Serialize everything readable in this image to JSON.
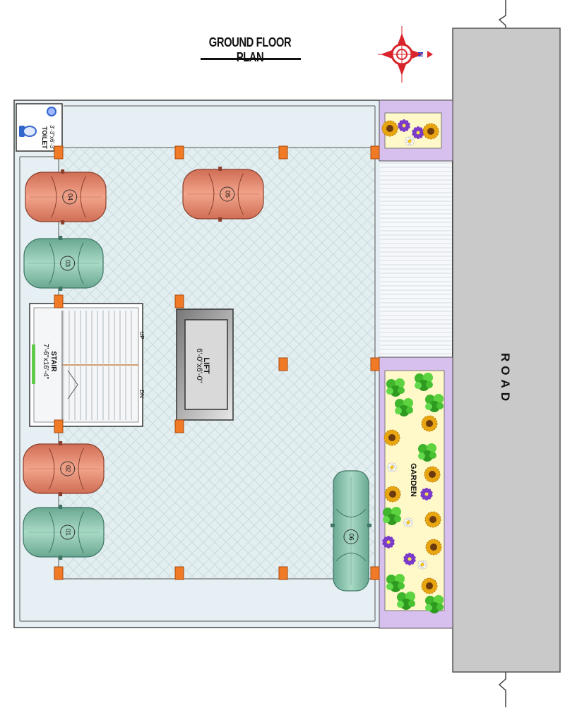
{
  "title": "GROUND FLOOR PLAN",
  "compass": {
    "letter": "N",
    "color": "#d9242b",
    "arrow_color": "#2233cc"
  },
  "road": {
    "label": "ROAD",
    "color": "#c8c8c8"
  },
  "toilet": {
    "label": "TOILET",
    "size": "3'-3\"x6'-3\""
  },
  "stair": {
    "label": "STAIR",
    "size": "7'-6\"x16'-4\"",
    "up": "UP",
    "down": "DN"
  },
  "lift": {
    "label": "LIFT",
    "size": "6'-0\"x6'-0\""
  },
  "garden": {
    "label": "GARDEN"
  },
  "cars": [
    {
      "id": "04",
      "color": "salmon"
    },
    {
      "id": "03",
      "color": "teal"
    },
    {
      "id": "05",
      "color": "salmon"
    },
    {
      "id": "02",
      "color": "salmon"
    },
    {
      "id": "01",
      "color": "teal"
    },
    {
      "id": "06",
      "color": "teal"
    }
  ],
  "colors": {
    "floor": "#e3eef0",
    "column": "#f07a26",
    "car_salmon": "#de8a72",
    "car_teal": "#8fc5b0",
    "planter": "#d9c2ee",
    "garden_bed": "#fff8c8"
  }
}
